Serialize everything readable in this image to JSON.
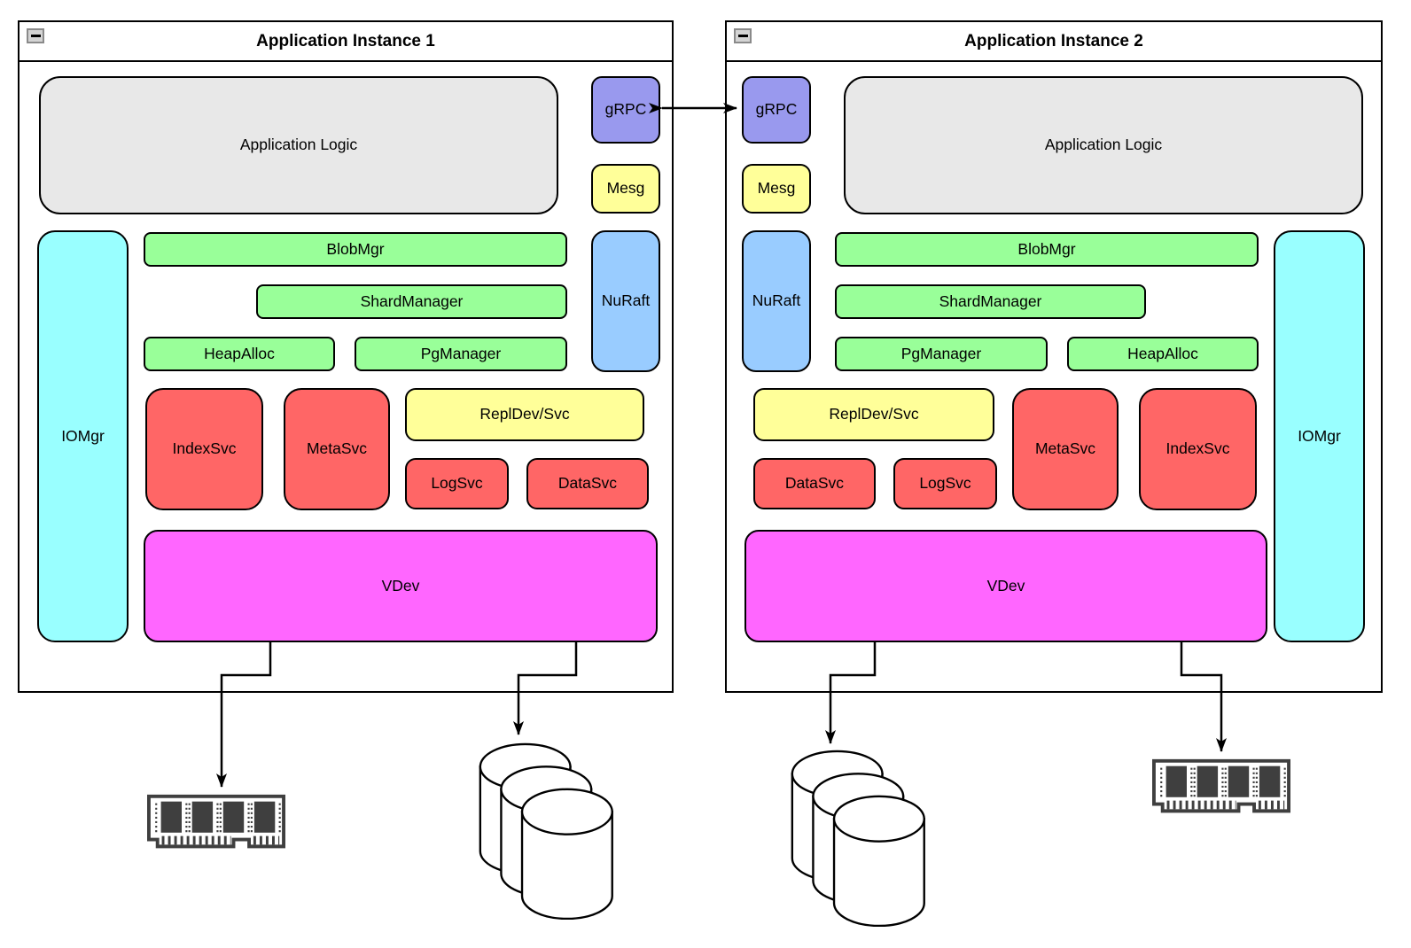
{
  "colors": {
    "app_logic": "#e8e8e8",
    "grpc": "#9999ee",
    "mesg": "#ffff99",
    "service_green": "#99ff99",
    "iomgr": "#99ffff",
    "nuraft": "#99ccff",
    "service_red": "#ff6666",
    "repldev": "#ffff99",
    "vdev": "#ff66ff",
    "line": "#000000",
    "collapse_bg": "#d4d4d4",
    "memory_icon_ink": "#3f3f3f"
  },
  "icons": {
    "collapse": "collapse-minus-icon",
    "memory": "memory-module-icon",
    "disks": "disk-stack-icon",
    "grpc_link": "bidirectional-arrow-icon",
    "vdev_links": "elbow-down-arrow"
  },
  "instance1": {
    "title": "Application Instance 1",
    "labels": {
      "app_logic": "Application Logic",
      "grpc": "gRPC",
      "mesg": "Mesg",
      "iomgr": "IOMgr",
      "blobmgr": "BlobMgr",
      "shardmanager": "ShardManager",
      "heapalloc": "HeapAlloc",
      "pgmanager": "PgManager",
      "nuraft": "NuRaft",
      "indexsvc": "IndexSvc",
      "metasvc": "MetaSvc",
      "repldev_svc": "ReplDev/Svc",
      "logsvc": "LogSvc",
      "datasvc": "DataSvc",
      "vdev": "VDev"
    }
  },
  "instance2": {
    "title": "Application Instance 2",
    "labels": {
      "app_logic": "Application Logic",
      "grpc": "gRPC",
      "mesg": "Mesg",
      "iomgr": "IOMgr",
      "blobmgr": "BlobMgr",
      "shardmanager": "ShardManager",
      "heapalloc": "HeapAlloc",
      "pgmanager": "PgManager",
      "nuraft": "NuRaft",
      "indexsvc": "IndexSvc",
      "metasvc": "MetaSvc",
      "repldev_svc": "ReplDev/Svc",
      "logsvc": "LogSvc",
      "datasvc": "DataSvc",
      "vdev": "VDev"
    }
  },
  "connections": [
    {
      "from": "instance1.grpc",
      "to": "instance2.grpc",
      "type": "bidirectional"
    },
    {
      "from": "instance1.vdev",
      "to": "instance1.memory-module",
      "type": "arrow"
    },
    {
      "from": "instance1.vdev",
      "to": "instance1.disk-stack",
      "type": "arrow"
    },
    {
      "from": "instance2.vdev",
      "to": "instance2.disk-stack",
      "type": "arrow"
    },
    {
      "from": "instance2.vdev",
      "to": "instance2.memory-module",
      "type": "arrow"
    }
  ]
}
